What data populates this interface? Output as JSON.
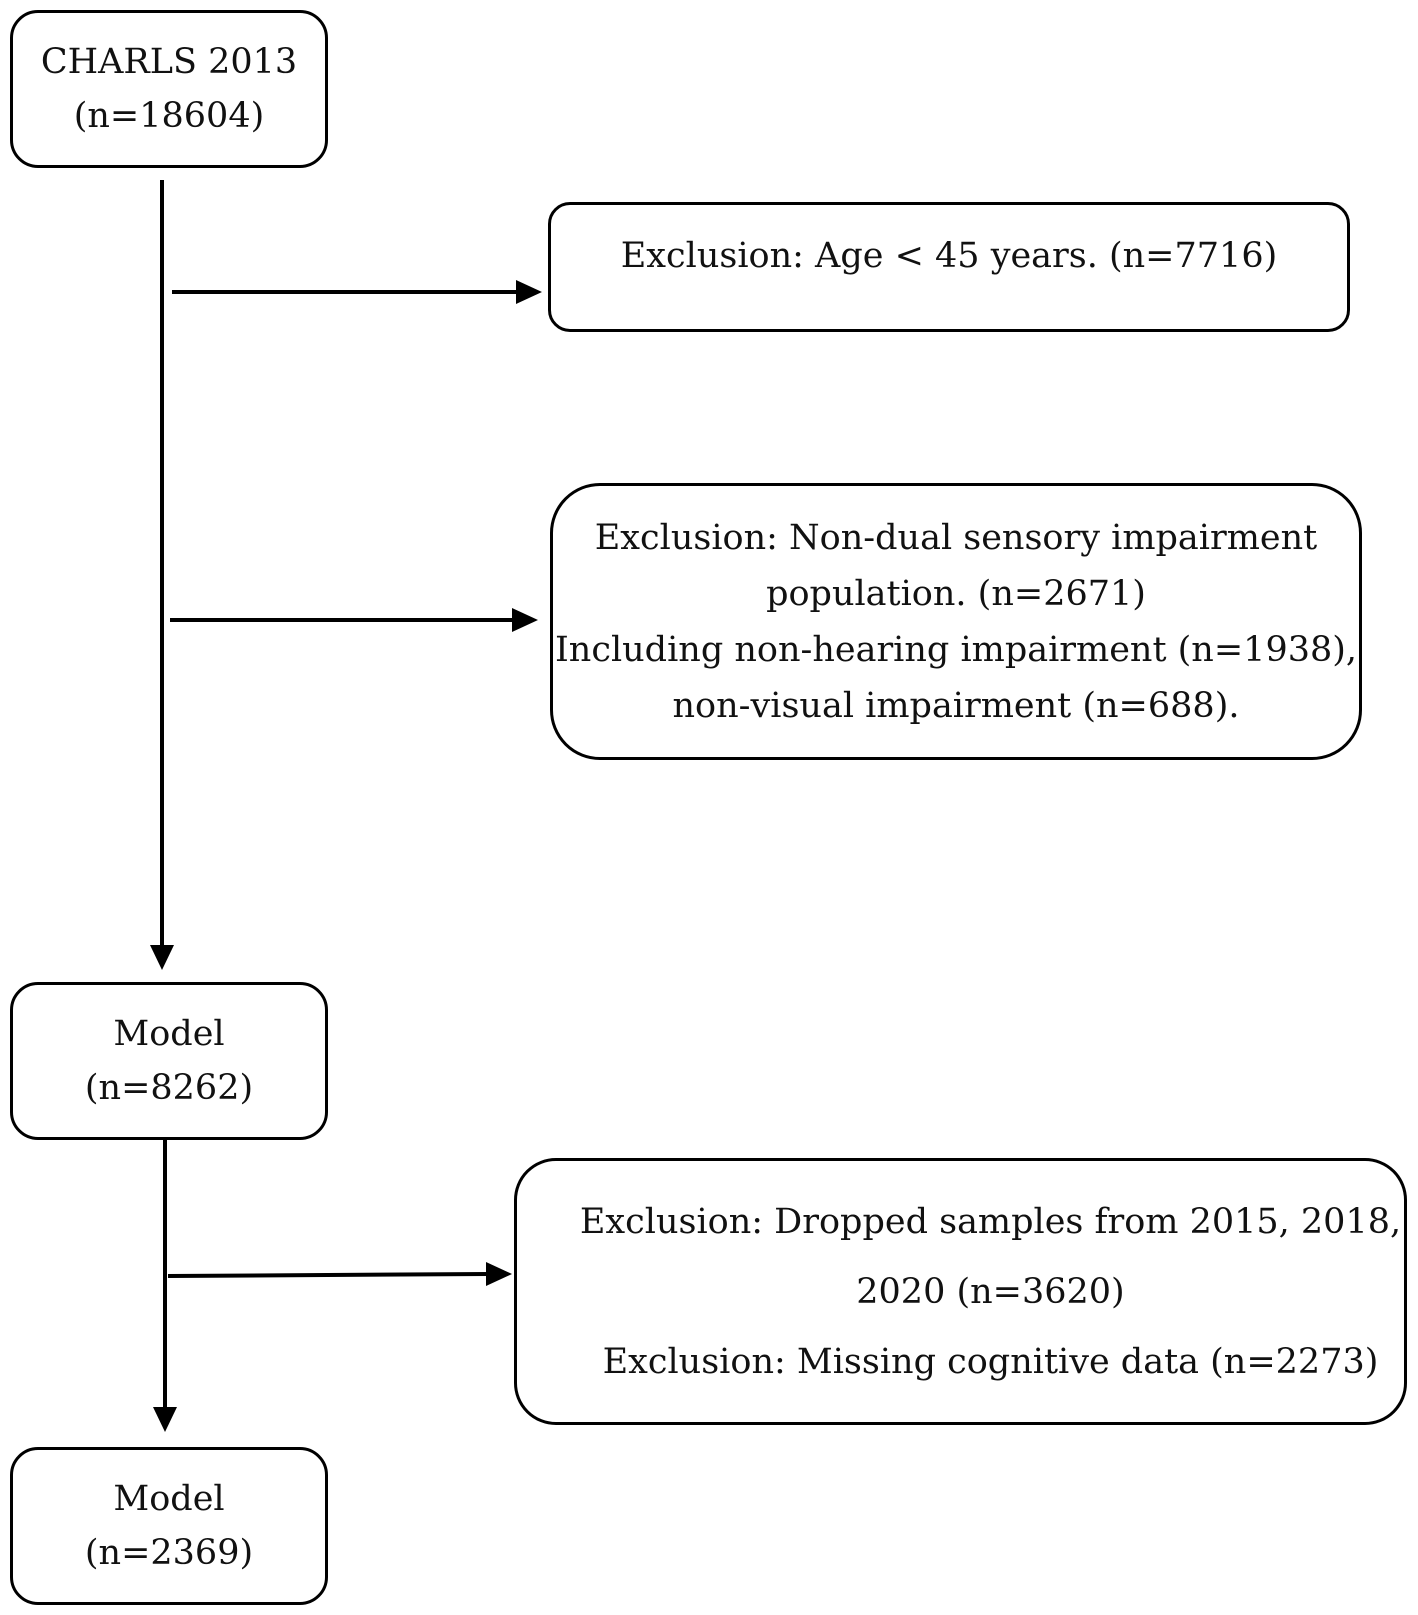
{
  "nodes": {
    "start": {
      "line1": "CHARLS 2013",
      "line2": "(n=18604)"
    },
    "exclusion_age": {
      "line1": "Exclusion: Age < 45 years. (n=7716)"
    },
    "exclusion_sensory": {
      "line1": "Exclusion: Non-dual sensory impairment",
      "line2": "population. (n=2671)",
      "line3": "Including non-hearing impairment (n=1938),",
      "line4": "non-visual impairment (n=688)."
    },
    "model_1": {
      "line1": "Model",
      "line2": "(n=8262)"
    },
    "exclusion_dropped": {
      "line1": "Exclusion: Dropped samples from 2015, 2018,",
      "line2": "2020 (n=3620)",
      "line3": "Exclusion: Missing cognitive data (n=2273)"
    },
    "model_2": {
      "line1": "Model",
      "line2": "(n=2369)"
    }
  },
  "edges": [
    {
      "from": "start",
      "to": "model_1"
    },
    {
      "from": "start",
      "to": "exclusion_age"
    },
    {
      "from": "start",
      "to": "exclusion_sensory"
    },
    {
      "from": "model_1",
      "to": "model_2"
    },
    {
      "from": "model_1",
      "to": "exclusion_dropped"
    }
  ],
  "colors": {
    "stroke": "#000000",
    "text": "#111111",
    "background": "#ffffff"
  }
}
